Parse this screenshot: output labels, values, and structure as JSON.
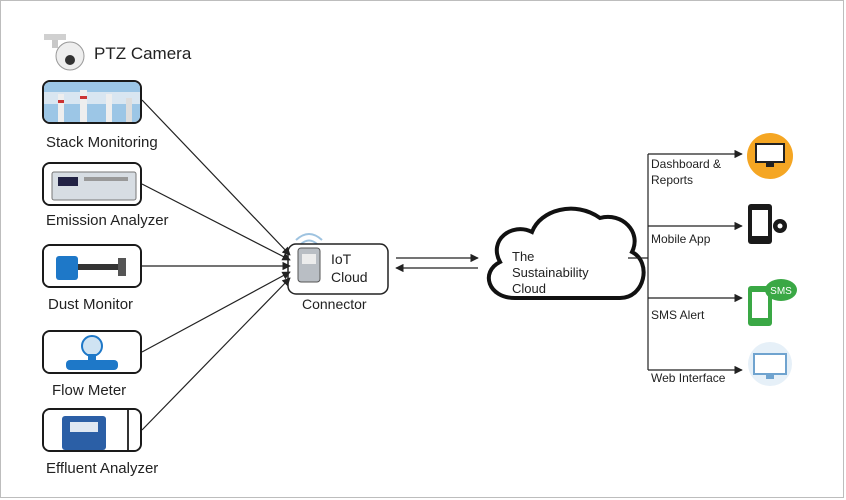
{
  "sources": {
    "ptz_camera": "PTZ Camera",
    "stack_monitoring": "Stack Monitoring",
    "emission_analyzer": "Emission Analyzer",
    "dust_monitor": "Dust Monitor",
    "flow_meter": "Flow Meter",
    "effluent_analyzer": "Effluent Analyzer"
  },
  "connector": {
    "line1": "IoT",
    "line2": "Cloud",
    "line3": "Connector"
  },
  "cloud": {
    "line1": "The",
    "line2": "Sustainability",
    "line3": "Cloud"
  },
  "outputs": {
    "dashboard_line1": "Dashboard &",
    "dashboard_line2": "Reports",
    "mobile_app": "Mobile App",
    "sms_alert": "SMS Alert",
    "sms_badge": "SMS",
    "web_interface": "Web Interface"
  },
  "colors": {
    "orange": "#f5a623",
    "green": "#3aa845",
    "blue": "#1e78c8",
    "dark": "#1a1a1a"
  }
}
